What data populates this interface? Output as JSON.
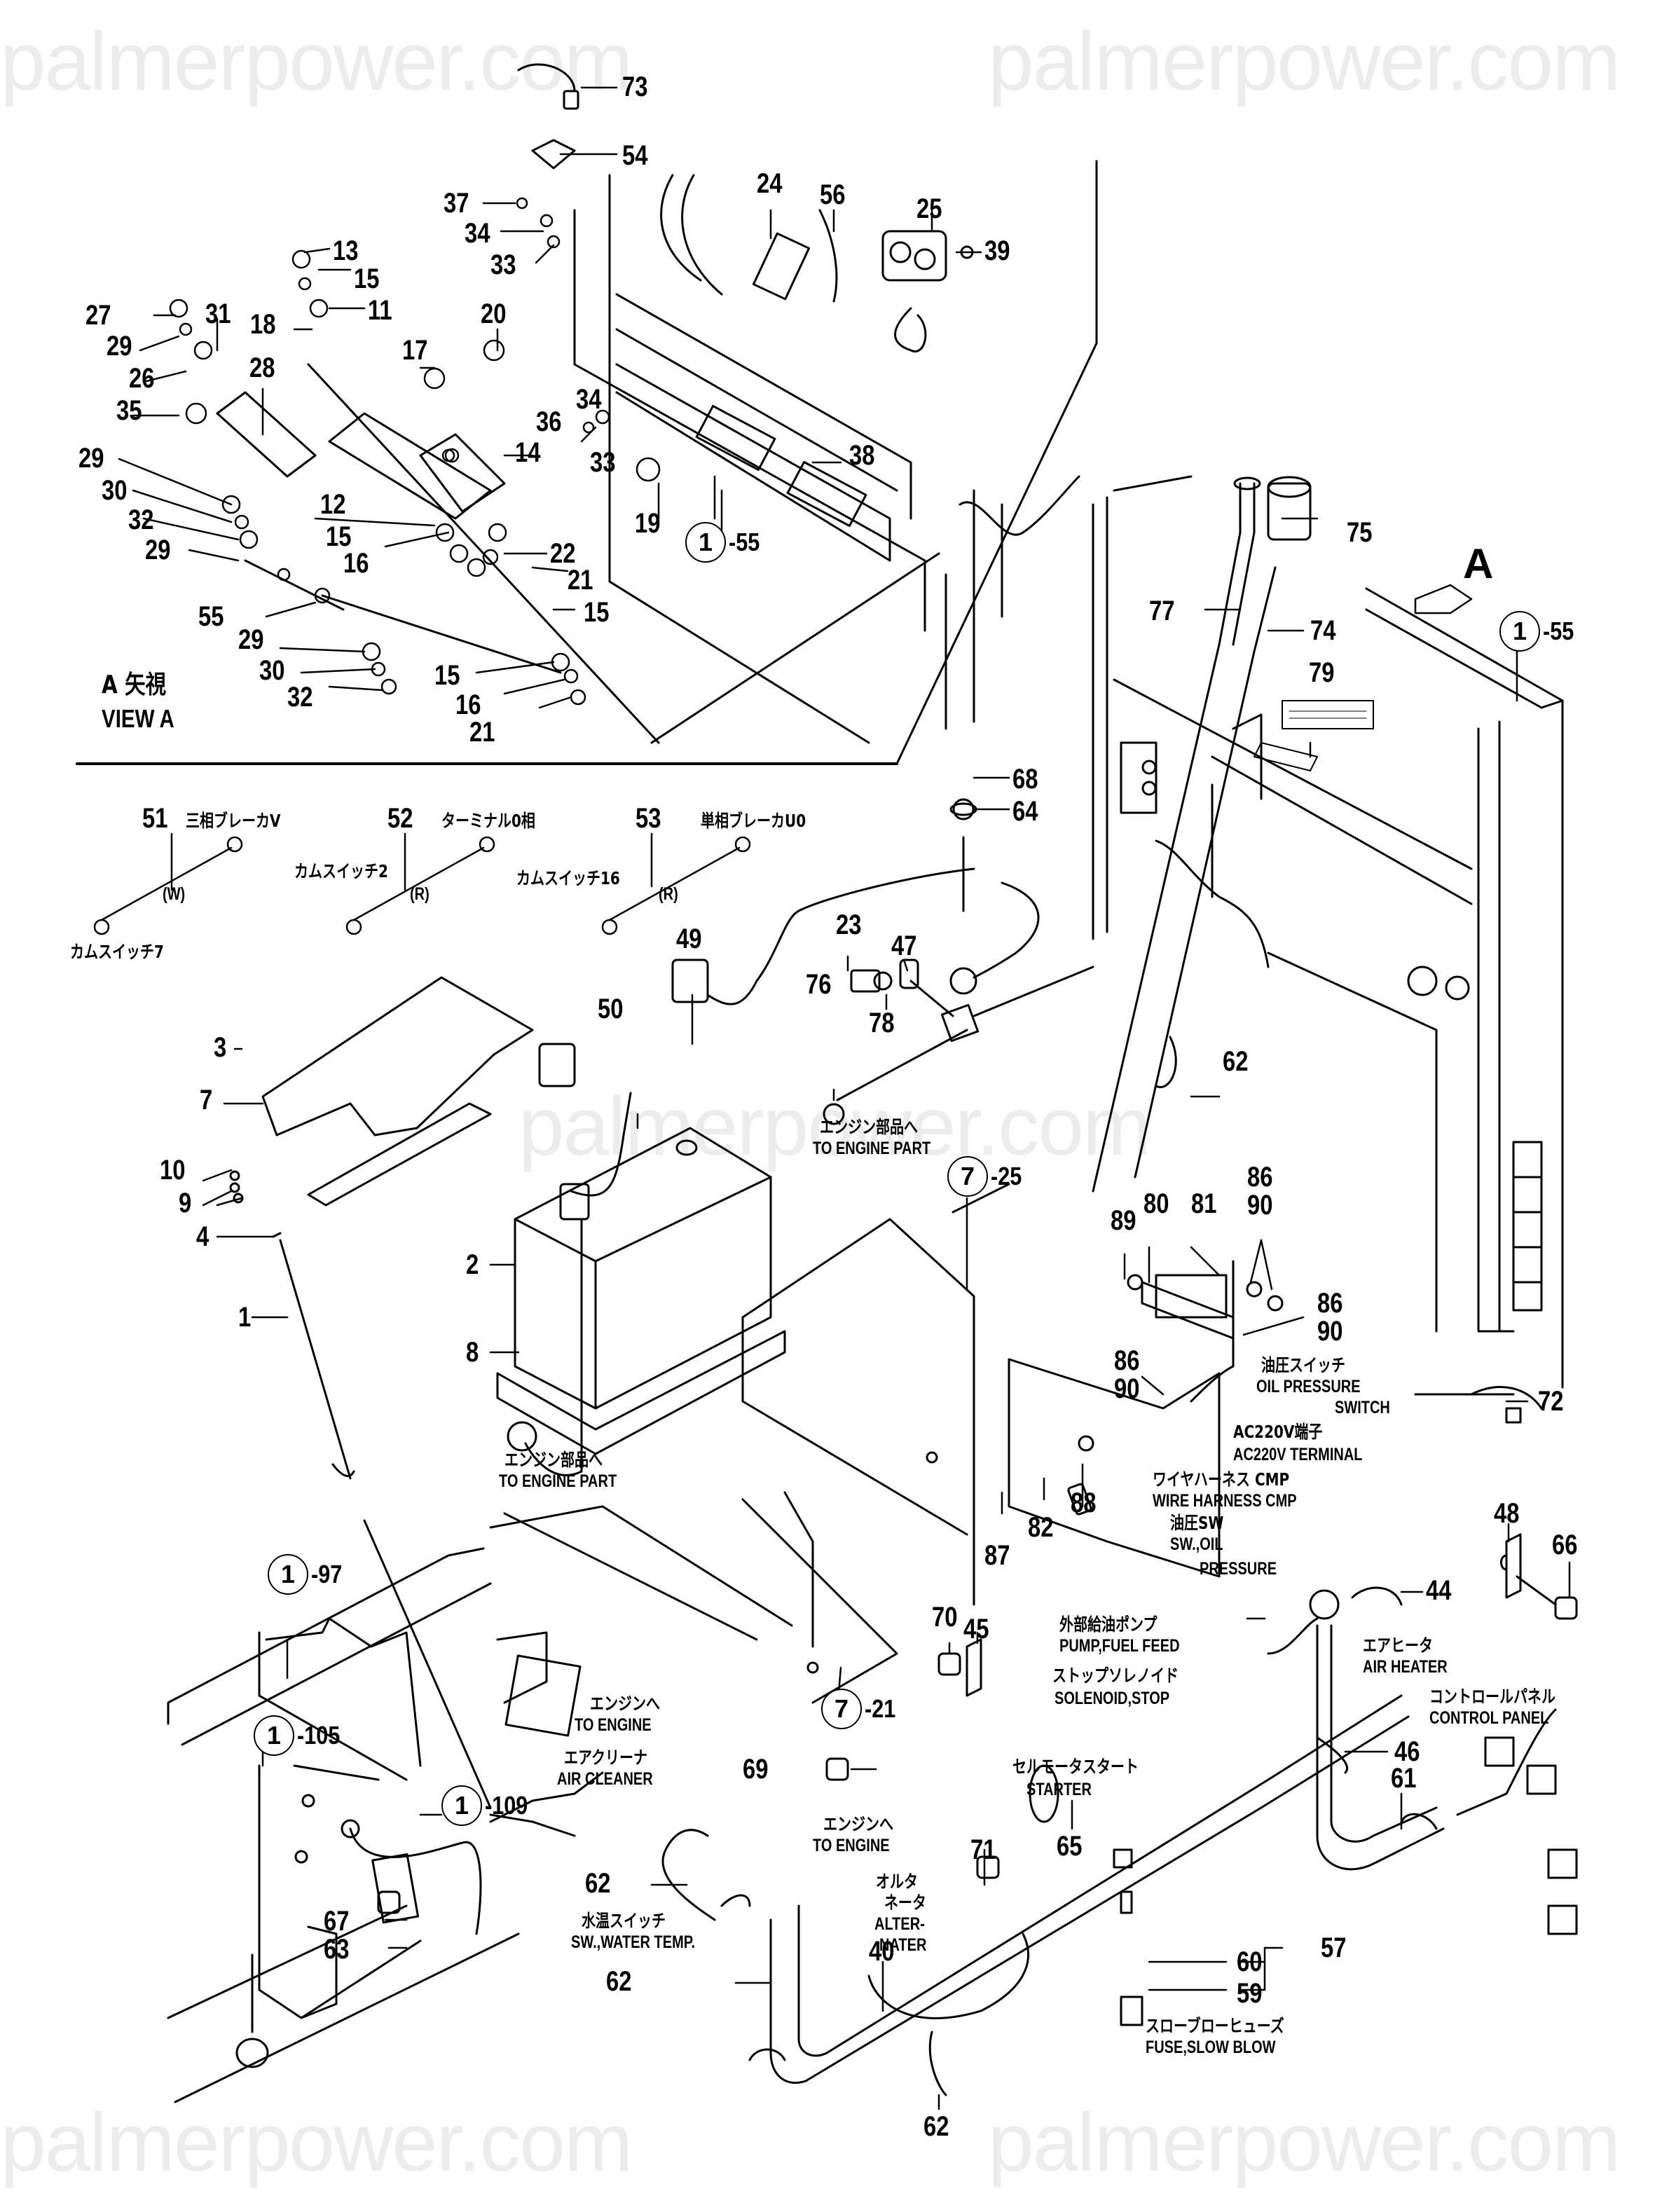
{
  "watermark": "palmerpower.com",
  "view_label": {
    "jp": "A 矢視",
    "en": "VIEW A"
  },
  "view_arrow_letter": "A",
  "part_numbers": {
    "p73": "73",
    "p54": "54",
    "p37": "37",
    "p34a": "34",
    "p33a": "33",
    "p24": "24",
    "p56": "56",
    "p25": "25",
    "p39": "39",
    "p13": "13",
    "p15a": "15",
    "p11": "11",
    "p27": "27",
    "p29a": "29",
    "p31": "31",
    "p18": "18",
    "p26": "26",
    "p28": "28",
    "p20": "20",
    "p17": "17",
    "p35": "35",
    "p36": "36",
    "p34b": "34",
    "p38": "38",
    "p14": "14",
    "p33b": "33",
    "p19": "19",
    "p29b": "29",
    "p30a": "30",
    "p32a": "32",
    "p29c": "29",
    "p12": "12",
    "p15b": "15",
    "p16a": "16",
    "p22": "22",
    "p21a": "21",
    "p15c": "15",
    "p55": "55",
    "p29d": "29",
    "p30b": "30",
    "p32b": "32",
    "p15d": "15",
    "p16b": "16",
    "p21b": "21",
    "p75": "75",
    "p77": "77",
    "p74": "74",
    "p79": "79",
    "p68": "68",
    "p64": "64",
    "p51": "51",
    "p52": "52",
    "p53": "53",
    "p49": "49",
    "p23": "23",
    "p47": "47",
    "p76": "76",
    "p78": "78",
    "p62a": "62",
    "p50": "50",
    "p3": "3",
    "p7": "7",
    "p10": "10",
    "p9": "9",
    "p4": "4",
    "p1": "1",
    "p2": "2",
    "p8": "8",
    "p89": "89",
    "p80": "80",
    "p81": "81",
    "p86a": "86",
    "p90a": "90",
    "p86b": "86",
    "p90b": "90",
    "p86c": "86",
    "p90c": "90",
    "p72": "72",
    "p88": "88",
    "p82": "82",
    "p87": "87",
    "p48": "48",
    "p66": "66",
    "p44": "44",
    "p70": "70",
    "p45": "45",
    "p46": "46",
    "p69": "69",
    "p65": "65",
    "p61": "61",
    "p71": "71",
    "p67": "67",
    "p63": "63",
    "p62b": "62",
    "p62c": "62",
    "p62d": "62",
    "p40": "40",
    "p60": "60",
    "p59": "59",
    "p57": "57"
  },
  "references": [
    {
      "circle": "1",
      "suffix": "-55"
    },
    {
      "circle": "1",
      "suffix": "-55"
    },
    {
      "circle": "7",
      "suffix": "-25"
    },
    {
      "circle": "7",
      "suffix": "-21"
    },
    {
      "circle": "1",
      "suffix": "-97"
    },
    {
      "circle": "1",
      "suffix": "-105"
    },
    {
      "circle": "1",
      "suffix": "-109"
    }
  ],
  "wire_labels": {
    "w51": {
      "top": "三相ブレーカV",
      "bottom": "カムスイッチ7",
      "color": "(W)"
    },
    "w52": {
      "top": "ターミナル0相",
      "bottom": "カムスイッチ2",
      "color": "(R)"
    },
    "w53": {
      "top": "単相ブレーカU0",
      "bottom": "カムスイッチ16",
      "color": "(R)"
    }
  },
  "callouts": {
    "engine_part_1": {
      "jp": "エンジン部品へ",
      "en": "TO ENGINE PART"
    },
    "engine_part_2": {
      "jp": "エンジン部品へ",
      "en": "TO ENGINE PART"
    },
    "oil_pressure_switch": {
      "jp": "油圧スイッチ",
      "en1": "OIL PRESSURE",
      "en2": "SWITCH"
    },
    "ac220v": {
      "jp": "AC220V端子",
      "en": "AC220V TERMINAL"
    },
    "wire_harness": {
      "jp": "ワイヤハーネス CMP",
      "en": "WIRE HARNESS CMP"
    },
    "sw_oil": {
      "jp": "油圧SW",
      "en1": "SW.,OIL",
      "en2": "PRESSURE"
    },
    "fuel_pump": {
      "jp": "外部給油ポンプ",
      "en": "PUMP,FUEL FEED"
    },
    "solenoid": {
      "jp": "ストップソレノイド",
      "en": "SOLENOID,STOP"
    },
    "air_heater": {
      "jp": "エアヒータ",
      "en": "AIR HEATER"
    },
    "control_panel": {
      "jp": "コントロールパネル",
      "en": "CONTROL PANEL"
    },
    "to_engine_1": {
      "jp": "エンジンへ",
      "en": "TO ENGINE"
    },
    "air_cleaner": {
      "jp": "エアクリーナ",
      "en": "AIR CLEANER"
    },
    "starter": {
      "jp": "セルモータスタート",
      "en": "STARTER"
    },
    "to_engine_2": {
      "jp": "エンジンへ",
      "en": "TO ENGINE"
    },
    "alternator": {
      "jp1": "オルタ",
      "jp2": "ネータ",
      "en1": "ALTER-",
      "en2": "NATER"
    },
    "water_temp": {
      "jp": "水温スイッチ",
      "en": "SW.,WATER TEMP."
    },
    "fuse": {
      "jp": "スローブローヒューズ",
      "en": "FUSE,SLOW BLOW"
    }
  }
}
